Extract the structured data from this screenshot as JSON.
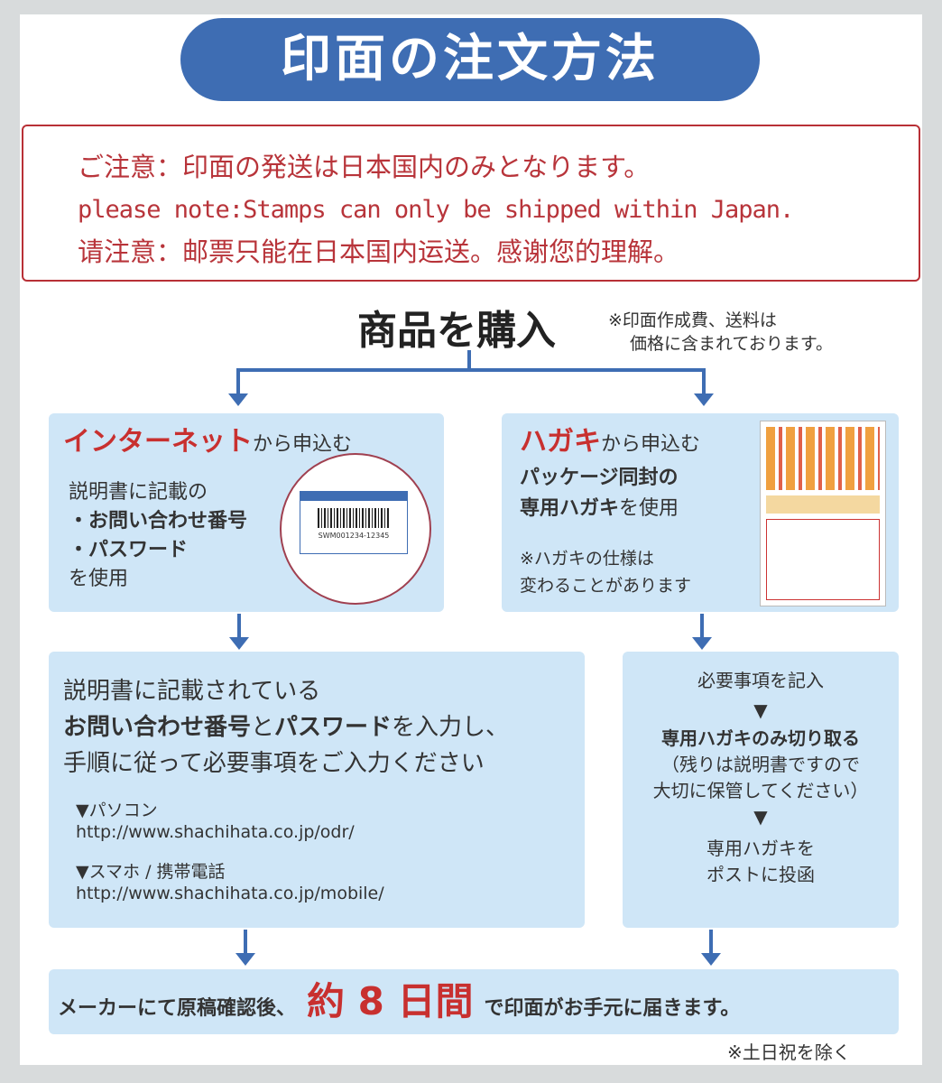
{
  "title": "印面の注文方法",
  "notice": {
    "ja": "ご注意：印面の発送は日本国内のみとなります。",
    "en": "please note:Stamps can only be shipped within Japan.",
    "zh": "请注意：邮票只能在日本国内运送。感谢您的理解。"
  },
  "purchase": {
    "heading": "商品を購入",
    "note1": "※印面作成費、送料は",
    "note2": "価格に含まれております。"
  },
  "internet": {
    "title_red": "インターネット",
    "title_rest": "から申込む",
    "line1": "説明書に記載の",
    "line2": "・お問い合わせ番号",
    "line3": "・パスワード",
    "line4": "を使用",
    "card_code": "SWM001234-12345"
  },
  "postcard": {
    "title_red": "ハガキ",
    "title_rest": "から申込む",
    "line1": "パッケージ同封の",
    "line2_bold": "専用ハガキ",
    "line2_rest": "を使用",
    "note1": "※ハガキの仕様は",
    "note2": "変わることがあります"
  },
  "internet_steps": {
    "line1": "説明書に記載されている",
    "l2a": "お問い合わせ番号",
    "l2b": "と",
    "l2c": "パスワード",
    "l2d": "を入力し、",
    "line3": "手順に従って必要事項をご入力ください",
    "pc_label": "▼パソコン",
    "pc_url": "http://www.shachihata.co.jp/odr/",
    "mobile_label": "▼スマホ / 携帯電話",
    "mobile_url": "http://www.shachihata.co.jp/mobile/"
  },
  "postcard_steps": {
    "s1": "必要事項を記入",
    "down": "▼",
    "s2": "専用ハガキのみ切り取る",
    "s2n1": "（残りは説明書ですので",
    "s2n2": "大切に保管してください）",
    "s3a": "専用ハガキを",
    "s3b": "ポストに投函"
  },
  "delivery": {
    "pre": "メーカーにて原稿確認後、",
    "days": "約 8 日間",
    "post": "で印面がお手元に届きます。",
    "note": "※土日祝を除く"
  }
}
